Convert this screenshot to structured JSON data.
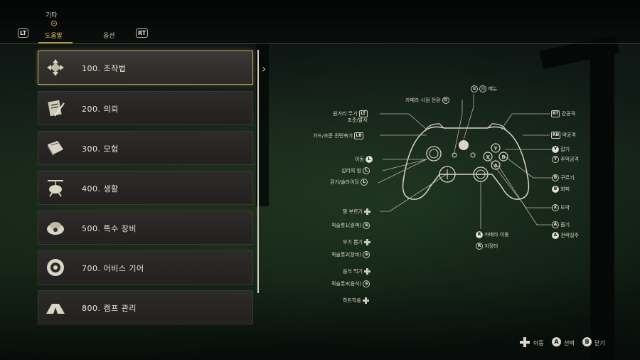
{
  "nav": {
    "category": "기타",
    "lt": "LT",
    "rt": "RT",
    "tabs": [
      {
        "label": "도움말",
        "active": true
      },
      {
        "label": "옵션",
        "active": false
      }
    ]
  },
  "menu": {
    "items": [
      {
        "label": "100. 조작법",
        "icon": "gamepad-arrows-icon",
        "selected": true
      },
      {
        "label": "200. 의뢰",
        "icon": "scroll-quill-icon",
        "selected": false
      },
      {
        "label": "300. 모험",
        "icon": "book-icon",
        "selected": false
      },
      {
        "label": "400. 생활",
        "icon": "cooking-pot-icon",
        "selected": false
      },
      {
        "label": "500. 특수 장비",
        "icon": "special-gear-icon",
        "selected": false
      },
      {
        "label": "700. 어비스 기어",
        "icon": "abyss-gear-icon",
        "selected": false
      },
      {
        "label": "800. 캠프 관리",
        "icon": "camp-tent-icon",
        "selected": false
      }
    ]
  },
  "controller": {
    "menu": "메뉴",
    "camera_view_switch": "카메라 시점 전환",
    "ranged_weapon": "원거리 무기",
    "aim_fire": "조준/발사",
    "guard_aim_switch": "가드/조준 관련축기",
    "move": "이동",
    "spirit_power": "섭리의 힘",
    "run_sliding": "걷기/슬라이딩",
    "call_horse": "말 부르기",
    "quickslot1": "퀵슬롯1(종벽)",
    "weapon_draw": "무기 뽑기",
    "quickslot2": "퀵슬롯2(장비)",
    "food_eat": "음식 먹기",
    "quickslot3": "퀵슬롯3(음식)",
    "heart_equip": "하트착용",
    "camera_move": "카메라 이동",
    "lock_on": "지정타",
    "strong_attack": "강공격",
    "weak_attack": "약공격",
    "grab": "잡기",
    "kick_attack": "주먹공격",
    "roll": "구르기",
    "dodge": "회피",
    "jump": "도약",
    "interact": "줍기",
    "sprint": "전력질주",
    "keys": {
      "lt": "LT",
      "lb": "LB",
      "rt": "RT",
      "rb": "RB",
      "l": "L",
      "r": "R",
      "y": "Y",
      "b": "B",
      "a": "A",
      "x": "X"
    }
  },
  "hints": {
    "move": "이동",
    "select_btn": "A",
    "select": "선택",
    "close_btn": "B",
    "close": "닫기"
  },
  "colors": {
    "accent": "#c9a962",
    "tab_active": "#e9c46a",
    "panel": "#2a2927"
  }
}
